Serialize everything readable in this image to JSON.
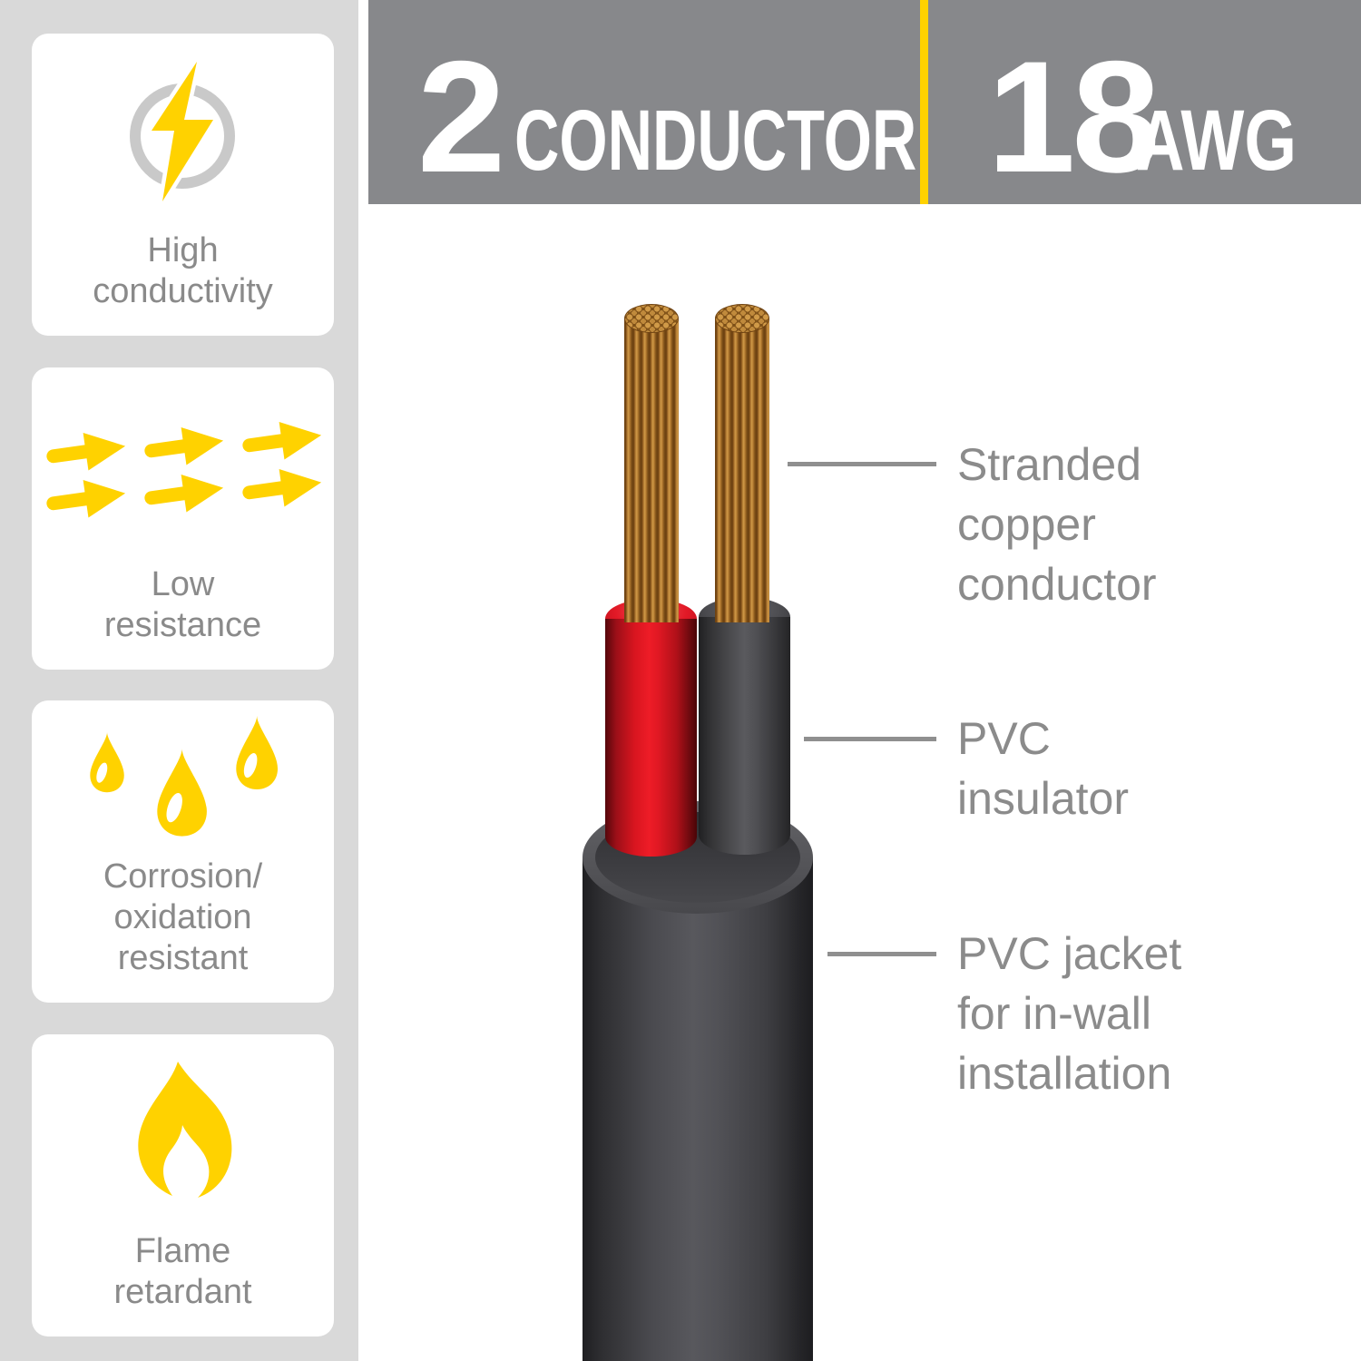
{
  "header": {
    "conductor_count": "2",
    "conductor_unit": "CONDUCTOR",
    "gauge_value": "18",
    "gauge_unit": "AWG"
  },
  "features": [
    {
      "icon": "lightning-bolt-icon",
      "label": "High conductivity"
    },
    {
      "icon": "arrows-right-icon",
      "label": "Low resistance"
    },
    {
      "icon": "water-drops-icon",
      "label": "Corrosion/ oxidation resistant"
    },
    {
      "icon": "flame-icon",
      "label": "Flame retardant"
    }
  ],
  "diagram": {
    "callouts": [
      {
        "label": "Stranded copper conductor"
      },
      {
        "label": "PVC insulator"
      },
      {
        "label": "PVC jacket for in-wall installation"
      }
    ]
  },
  "colors": {
    "accent_yellow": "#ffd200",
    "banner_gray": "#87888b",
    "sidebar_gray": "#d9d9d9",
    "label_gray": "#8b8b8b",
    "copper": "#b57b31",
    "insulator_red": "#e01823",
    "insulator_black": "#4a4a4e",
    "jacket_gray": "#3e3e42"
  }
}
